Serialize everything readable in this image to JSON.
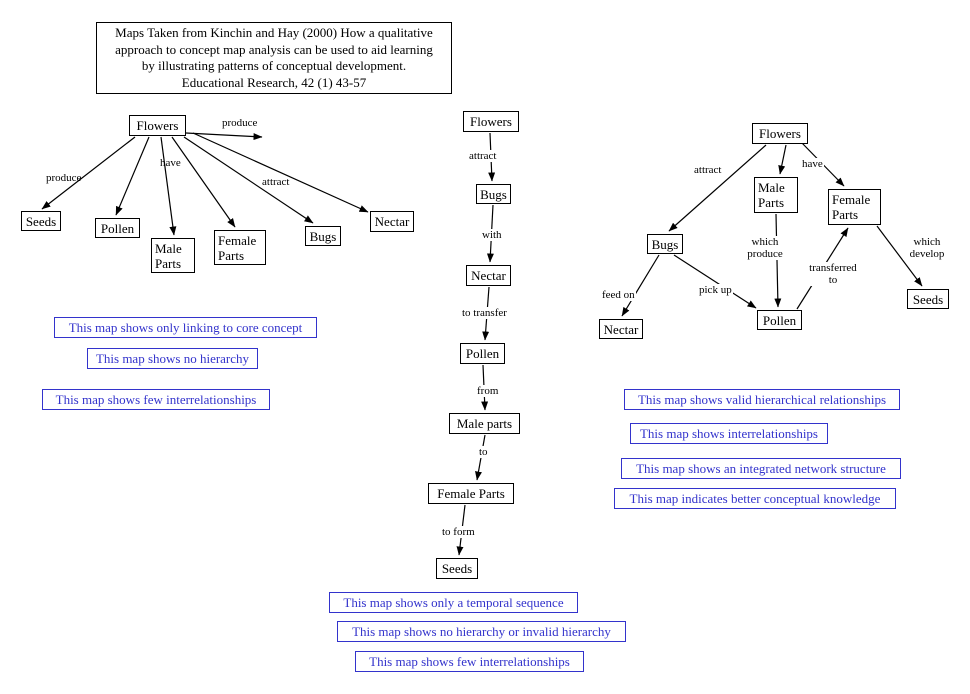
{
  "title_box": {
    "lines": [
      "Maps Taken from Kinchin and Hay (2000) How a qualitative",
      "approach to concept map analysis can be used to aid learning",
      "by illustrating patterns of conceptual development.",
      "Educational Research, 42 (1) 43-57"
    ]
  },
  "colors": {
    "annotation_blue": "#3333cc",
    "line_black": "#000000",
    "box_border": "#000000"
  },
  "maps": {
    "spoke": {
      "nodes": {
        "flowers": "Flowers",
        "seeds": "Seeds",
        "pollen": "Pollen",
        "male_parts": "Male Parts",
        "female_parts": "Female Parts",
        "bugs": "Bugs",
        "nectar": "Nectar"
      },
      "edge_labels": {
        "produce_left": "produce",
        "have": "have",
        "produce_right": "produce",
        "attract": "attract"
      },
      "annotations": [
        "This map shows only linking to core concept",
        "This map shows no hierarchy",
        "This map shows few interrelationships"
      ]
    },
    "chain": {
      "nodes": {
        "flowers": "Flowers",
        "bugs": "Bugs",
        "nectar": "Nectar",
        "pollen": "Pollen",
        "male_parts": "Male parts",
        "female_parts": "Female Parts",
        "seeds": "Seeds"
      },
      "edge_labels": {
        "attract": "attract",
        "with": "with",
        "to_transfer": "to transfer",
        "from": "from",
        "to": "to",
        "to_form": "to form"
      },
      "annotations": [
        "This map shows only a temporal sequence",
        "This map shows no hierarchy or invalid hierarchy",
        "This map shows few interrelationships"
      ]
    },
    "network": {
      "nodes": {
        "flowers": "Flowers",
        "male_parts": "Male Parts",
        "female_parts": "Female Parts",
        "bugs": "Bugs",
        "nectar": "Nectar",
        "pollen": "Pollen",
        "seeds": "Seeds"
      },
      "edge_labels": {
        "attract": "attract",
        "have": "have",
        "which_produce": "which produce",
        "transferred_to": "transferred to",
        "which_develop": "which develop",
        "feed_on": "feed on",
        "pick_up": "pick up"
      },
      "annotations": [
        "This map shows valid hierarchical relationships",
        "This map shows interrelationships",
        "This map shows an integrated network structure",
        "This map indicates better conceptual knowledge"
      ]
    }
  }
}
